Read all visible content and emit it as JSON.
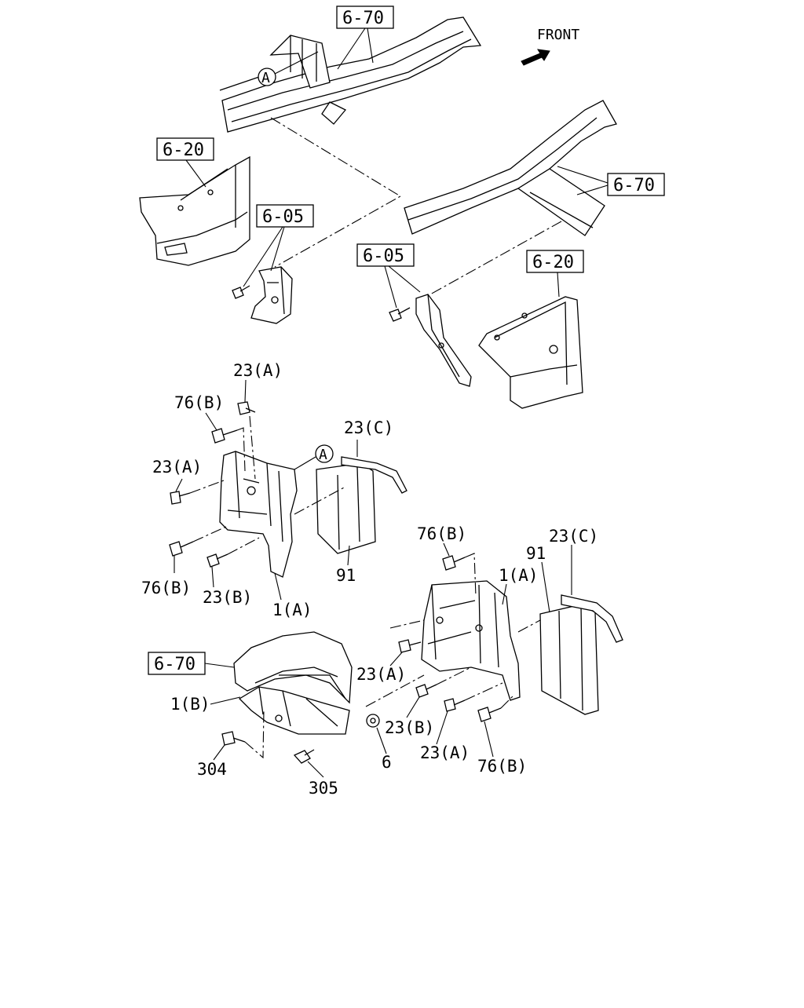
{
  "front_label": "FRONT",
  "circle_ref": "A",
  "refs": {
    "ref_670_a": "6-70",
    "ref_670_b": "6-70",
    "ref_670_c": "6-70",
    "ref_620_a": "6-20",
    "ref_620_b": "6-20",
    "ref_605_a": "6-05",
    "ref_605_b": "6-05"
  },
  "labels": {
    "l_23a_top": "23(A)",
    "l_76b_top": "76(B)",
    "l_23a_left": "23(A)",
    "l_23c_left": "23(C)",
    "l_76b_bottom_left": "76(B)",
    "l_23b_left": "23(B)",
    "l_1a_left": "1(A)",
    "l_91_left": "91",
    "l_76b_right_top": "76(B)",
    "l_91_right": "91",
    "l_23c_right": "23(C)",
    "l_1a_right": "1(A)",
    "l_23a_right_mid": "23(A)",
    "l_1b": "1(B)",
    "l_23b_right": "23(B)",
    "l_23a_right_bottom": "23(A)",
    "l_76b_right_bottom": "76(B)",
    "l_304": "304",
    "l_305": "305",
    "l_6": "6"
  }
}
